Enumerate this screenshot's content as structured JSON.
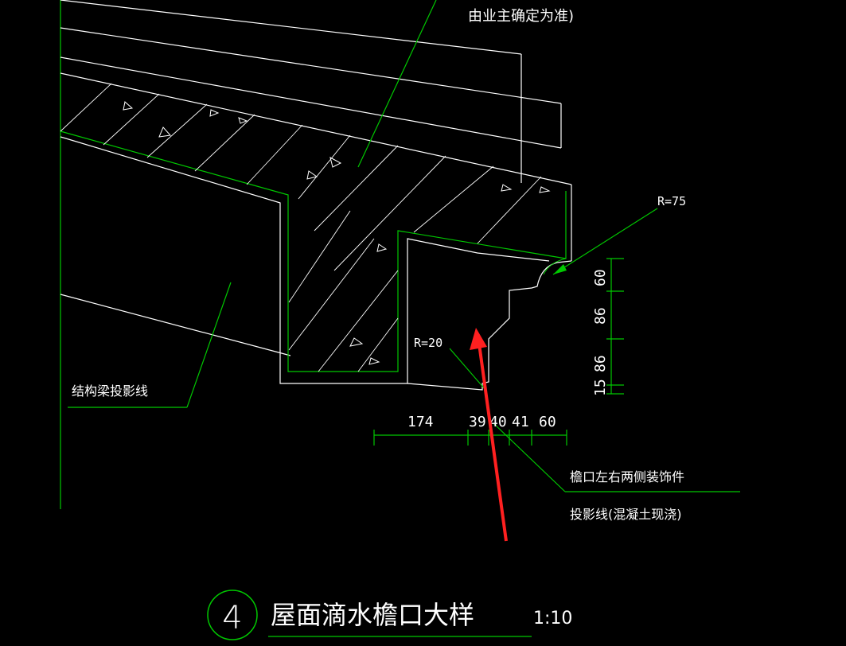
{
  "drawing": {
    "top_note": "由业主确定为准)",
    "radius_labels": {
      "upper": "R=75",
      "lower": "R=20"
    },
    "leader_notes": {
      "beam_projection": "结构梁投影线",
      "decoration_line1": "檐口左右两侧装饰件",
      "decoration_line2": "投影线(混凝土现浇)"
    },
    "horizontal_dims": [
      "174",
      "39",
      "40",
      "41",
      "60"
    ],
    "vertical_dims": [
      "60",
      "86",
      "86",
      "15"
    ],
    "title_block": {
      "detail_number": "4",
      "title": "屋面滴水檐口大样",
      "scale": "1:10"
    }
  },
  "colors": {
    "background": "#000000",
    "linework": "#ffffff",
    "green": "#00c800",
    "annotation_arrow": "#ff2020"
  }
}
